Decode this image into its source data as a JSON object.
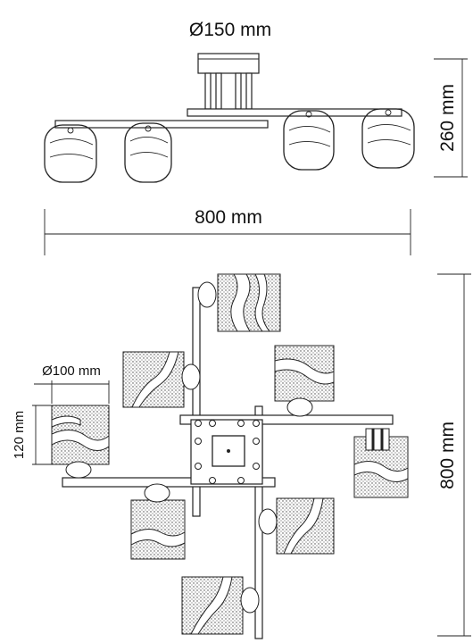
{
  "dimensions": {
    "top_diameter": "Ø150 mm",
    "side_height": "260 mm",
    "front_width": "800 mm",
    "plan_length": "800 mm",
    "shade_diameter": "Ø100 mm",
    "shade_height": "120 mm"
  }
}
